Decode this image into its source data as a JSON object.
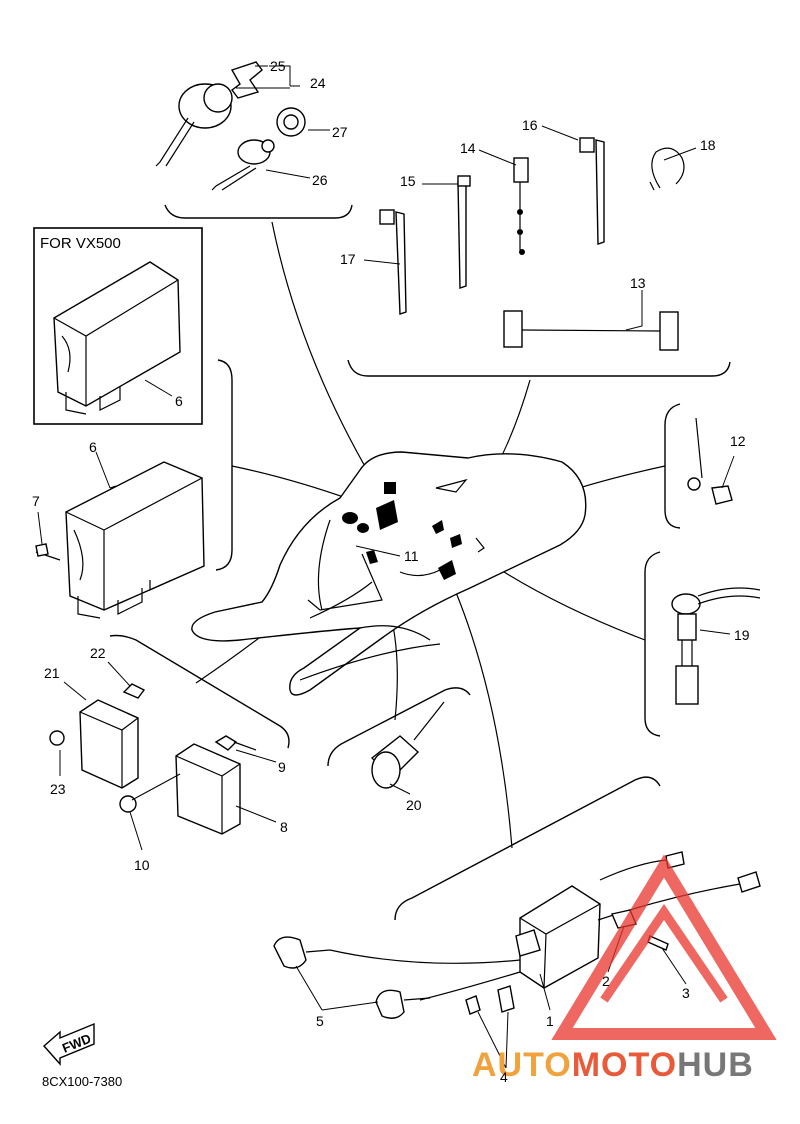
{
  "diagram": {
    "variant_box_label": "FOR VX500",
    "drawing_code": "8CX100-7380",
    "fwd_label": "FWD",
    "watermark": {
      "auto": "AUTO",
      "moto": "MOTO",
      "hub": "HUB",
      "colors": {
        "triangle": "#e8342c",
        "auto": "#f0a23c",
        "moto": "#e85a3a",
        "hub": "#777777"
      }
    },
    "callouts": {
      "c1": "1",
      "c2": "2",
      "c3": "3",
      "c4": "4",
      "c5": "5",
      "c6a": "6",
      "c6b": "6",
      "c7": "7",
      "c8": "8",
      "c9": "9",
      "c10": "10",
      "c11": "11",
      "c12": "12",
      "c13": "13",
      "c14": "14",
      "c15": "15",
      "c16": "16",
      "c17": "17",
      "c18": "18",
      "c19": "19",
      "c20": "20",
      "c21": "21",
      "c22": "22",
      "c23": "23",
      "c24": "24",
      "c25": "25",
      "c26": "26",
      "c27": "27"
    }
  }
}
